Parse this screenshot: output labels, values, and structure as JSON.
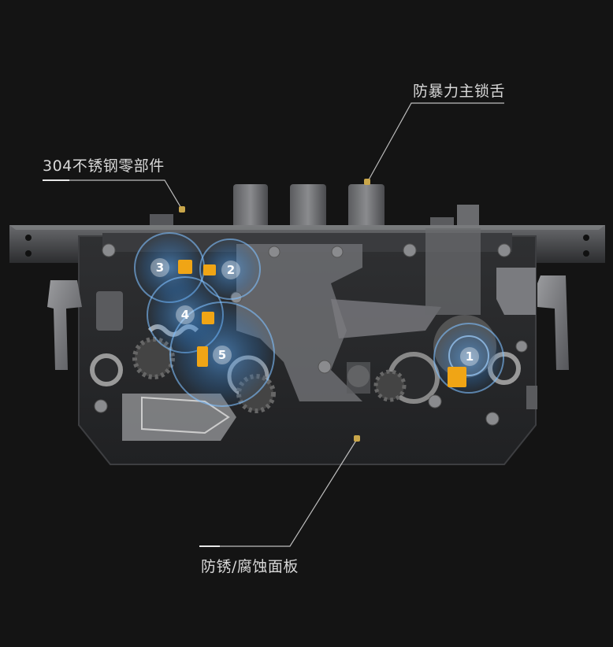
{
  "callouts": {
    "top_right": "防暴力主锁舌",
    "top_left": "304不锈钢零部件",
    "bottom": "防锈/腐蚀面板"
  },
  "markers": [
    "1",
    "2",
    "3",
    "4",
    "5"
  ],
  "colors": {
    "background": "#141414",
    "lock_body": "#3a3b3d",
    "faceplate": "#4a4b4e",
    "highlight_blue": "#3a8fd9",
    "accent_gold": "#c9a64a",
    "part_yellow": "#f0a515"
  }
}
